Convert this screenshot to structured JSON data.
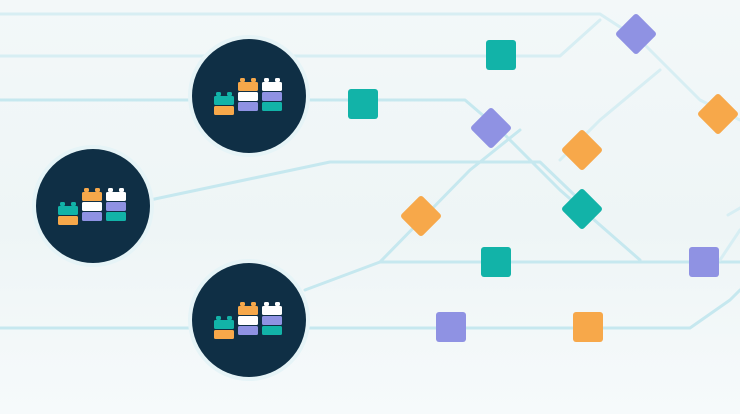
{
  "colors": {
    "background": "#f1f7f8",
    "line": "#c6e8ef",
    "line_light": "#d7eef3",
    "node_fill": "#0f2f45",
    "node_ring": "#e6f4f7",
    "teal": "#12b3a8",
    "orange": "#f7a84a",
    "purple": "#8f92e3",
    "white": "#ffffff"
  },
  "nodes": [
    {
      "name": "hub-node-top",
      "icon": "building-blocks-icon"
    },
    {
      "name": "hub-node-left",
      "icon": "building-blocks-icon"
    },
    {
      "name": "hub-node-bottom",
      "icon": "building-blocks-icon"
    }
  ],
  "tokens": [
    {
      "shape": "square",
      "color": "teal"
    },
    {
      "shape": "square",
      "color": "teal"
    },
    {
      "shape": "diamond",
      "color": "purple"
    },
    {
      "shape": "diamond",
      "color": "purple"
    },
    {
      "shape": "diamond",
      "color": "orange"
    },
    {
      "shape": "diamond",
      "color": "orange"
    },
    {
      "shape": "diamond",
      "color": "teal"
    },
    {
      "shape": "diamond",
      "color": "orange"
    },
    {
      "shape": "square",
      "color": "teal"
    },
    {
      "shape": "square",
      "color": "purple"
    },
    {
      "shape": "square",
      "color": "purple"
    },
    {
      "shape": "square",
      "color": "orange"
    }
  ]
}
